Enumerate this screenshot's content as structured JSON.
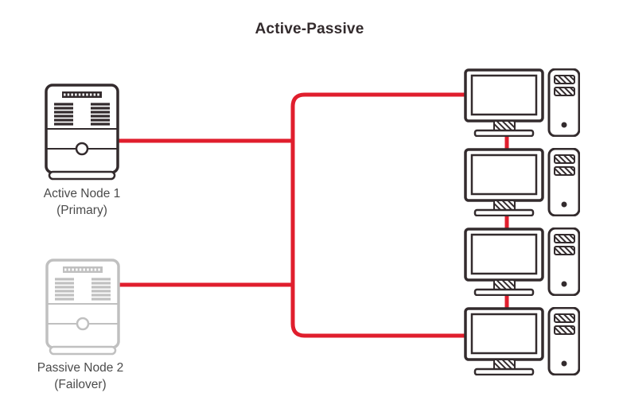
{
  "title": "Active-Passive",
  "nodes": {
    "active": {
      "name": "Active Node 1",
      "sub": "(Primary)",
      "icon": "server-icon",
      "state": "active"
    },
    "passive": {
      "name": "Passive Node 2",
      "sub": "(Failover)",
      "icon": "server-icon",
      "state": "passive"
    }
  },
  "clients": {
    "count": 4,
    "icon": "desktop-computer-icon"
  },
  "colors": {
    "link_red": "#e01e2d",
    "ink_dark": "#332b2d",
    "ink_passive_gray": "#c0c0c0",
    "label_text": "#4b4b4b",
    "title_text": "#332b2d"
  }
}
